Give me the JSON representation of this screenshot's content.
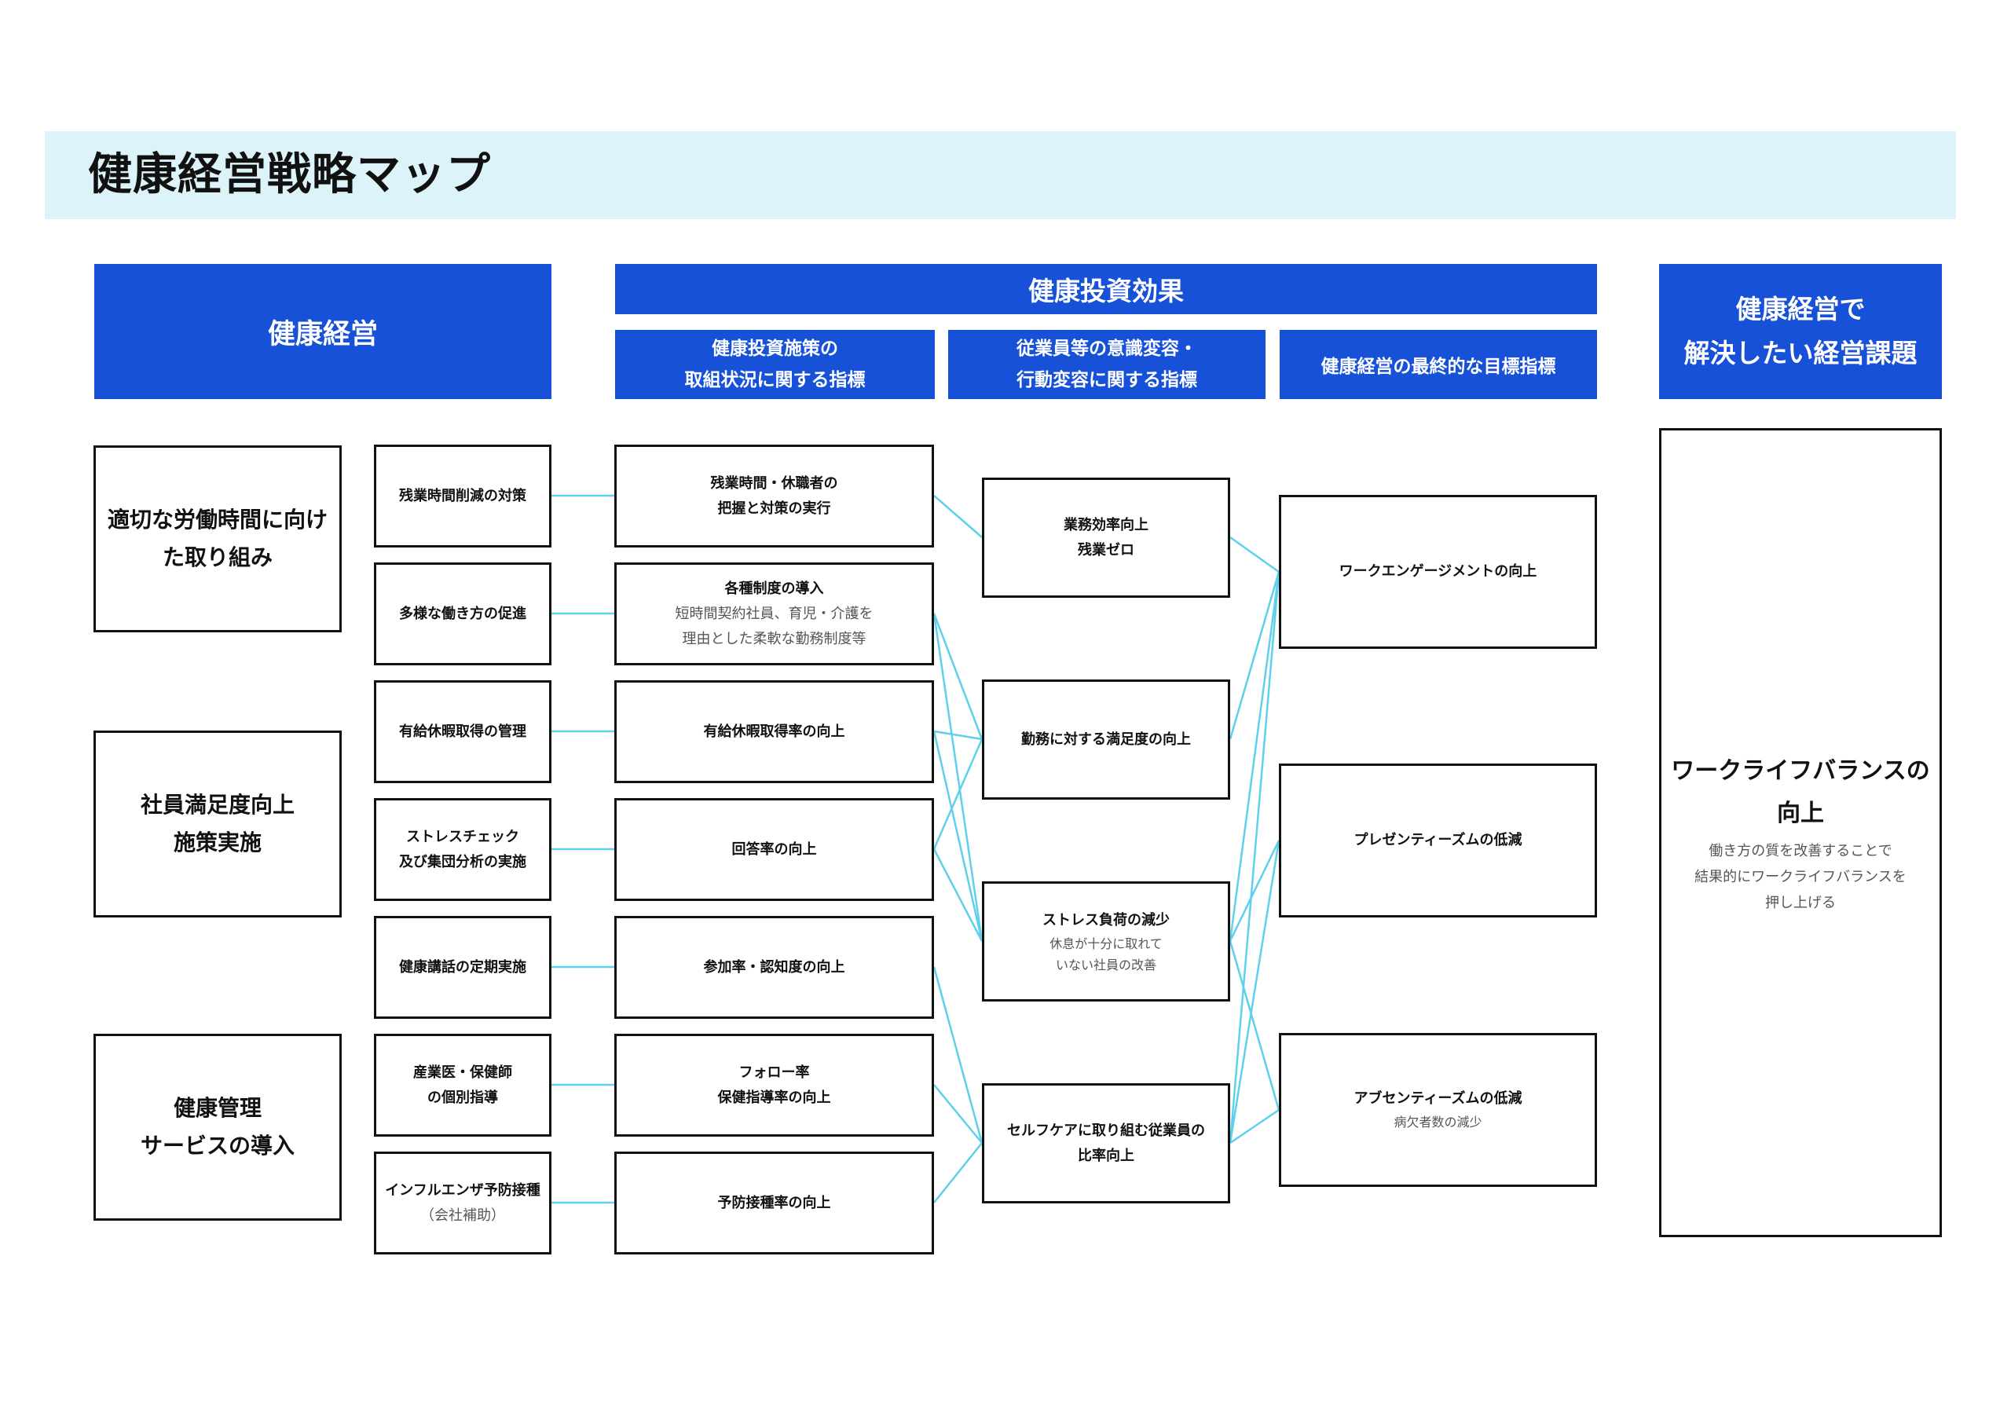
{
  "title": "健康経営戦略マップ",
  "headers": {
    "kenko_keiei": "健康経営",
    "effect": "健康投資効果",
    "sub1": "健康投資施策の\n取組状況に関する指標",
    "sub2": "従業員等の意識変容・\n行動変容に関する指標",
    "sub3": "健康経営の最終的な目標指標",
    "issues": "健康経営で\n解決したい経営課題"
  },
  "groups": [
    "適切な労働時間に向け\nた取り組み",
    "社員満足度向上\n施策実施",
    "健康管理\nサービスの導入"
  ],
  "measures": [
    {
      "title": "残業時間削減の対策",
      "sub": ""
    },
    {
      "title": "多様な働き方の促進",
      "sub": ""
    },
    {
      "title": "有給休暇取得の管理",
      "sub": ""
    },
    {
      "title": "ストレスチェック\n及び集団分析の実施",
      "sub": ""
    },
    {
      "title": "健康講話の定期実施",
      "sub": ""
    },
    {
      "title": "産業医・保健師\nの個別指導",
      "sub": ""
    },
    {
      "title": "インフルエンザ予防接種",
      "sub": "（会社補助）"
    }
  ],
  "indicators": [
    {
      "title": "残業時間・休職者の\n把握と対策の実行",
      "sub": ""
    },
    {
      "title": "各種制度の導入",
      "sub": "短時間契約社員、育児・介護を\n理由とした柔軟な勤務制度等"
    },
    {
      "title": "有給休暇取得率の向上",
      "sub": ""
    },
    {
      "title": "回答率の向上",
      "sub": ""
    },
    {
      "title": "参加率・認知度の向上",
      "sub": ""
    },
    {
      "title": "フォロー率\n保健指導率の向上",
      "sub": ""
    },
    {
      "title": "予防接種率の向上",
      "sub": ""
    }
  ],
  "behaviors": [
    {
      "title": "業務効率向上\n残業ゼロ",
      "sub": ""
    },
    {
      "title": "勤務に対する満足度の向上",
      "sub": ""
    },
    {
      "title": "ストレス負荷の減少",
      "sub": "休息が十分に取れて\nいない社員の改善"
    },
    {
      "title": "セルフケアに取り組む従業員の\n比率向上",
      "sub": ""
    }
  ],
  "goals": [
    {
      "title": "ワークエンゲージメントの向上",
      "sub": ""
    },
    {
      "title": "プレゼンティーズムの低減",
      "sub": ""
    },
    {
      "title": "アブセンティーズムの低減",
      "sub": "病欠者数の減少"
    }
  ],
  "issue": {
    "title": "ワークライフバランスの\n向上",
    "sub": "働き方の質を改善することで\n結果的にワークライフバランスを\n押し上げる"
  },
  "colors": {
    "header_blue": "#1651d8",
    "title_band": "#ddf3fa",
    "connector": "#5ed0ec",
    "border": "#111111"
  },
  "connections": {
    "measure_to_indicator": [
      [
        0,
        0
      ],
      [
        1,
        1
      ],
      [
        2,
        2
      ],
      [
        3,
        3
      ],
      [
        4,
        4
      ],
      [
        5,
        5
      ],
      [
        6,
        6
      ]
    ],
    "indicator_to_behavior": [
      [
        0,
        0
      ],
      [
        1,
        1
      ],
      [
        1,
        2
      ],
      [
        2,
        1
      ],
      [
        2,
        2
      ],
      [
        3,
        1
      ],
      [
        3,
        2
      ],
      [
        4,
        3
      ],
      [
        5,
        3
      ],
      [
        6,
        3
      ]
    ],
    "behavior_to_goal": [
      [
        0,
        0
      ],
      [
        1,
        0
      ],
      [
        2,
        0
      ],
      [
        2,
        1
      ],
      [
        2,
        2
      ],
      [
        3,
        0
      ],
      [
        3,
        1
      ],
      [
        3,
        2
      ]
    ]
  }
}
